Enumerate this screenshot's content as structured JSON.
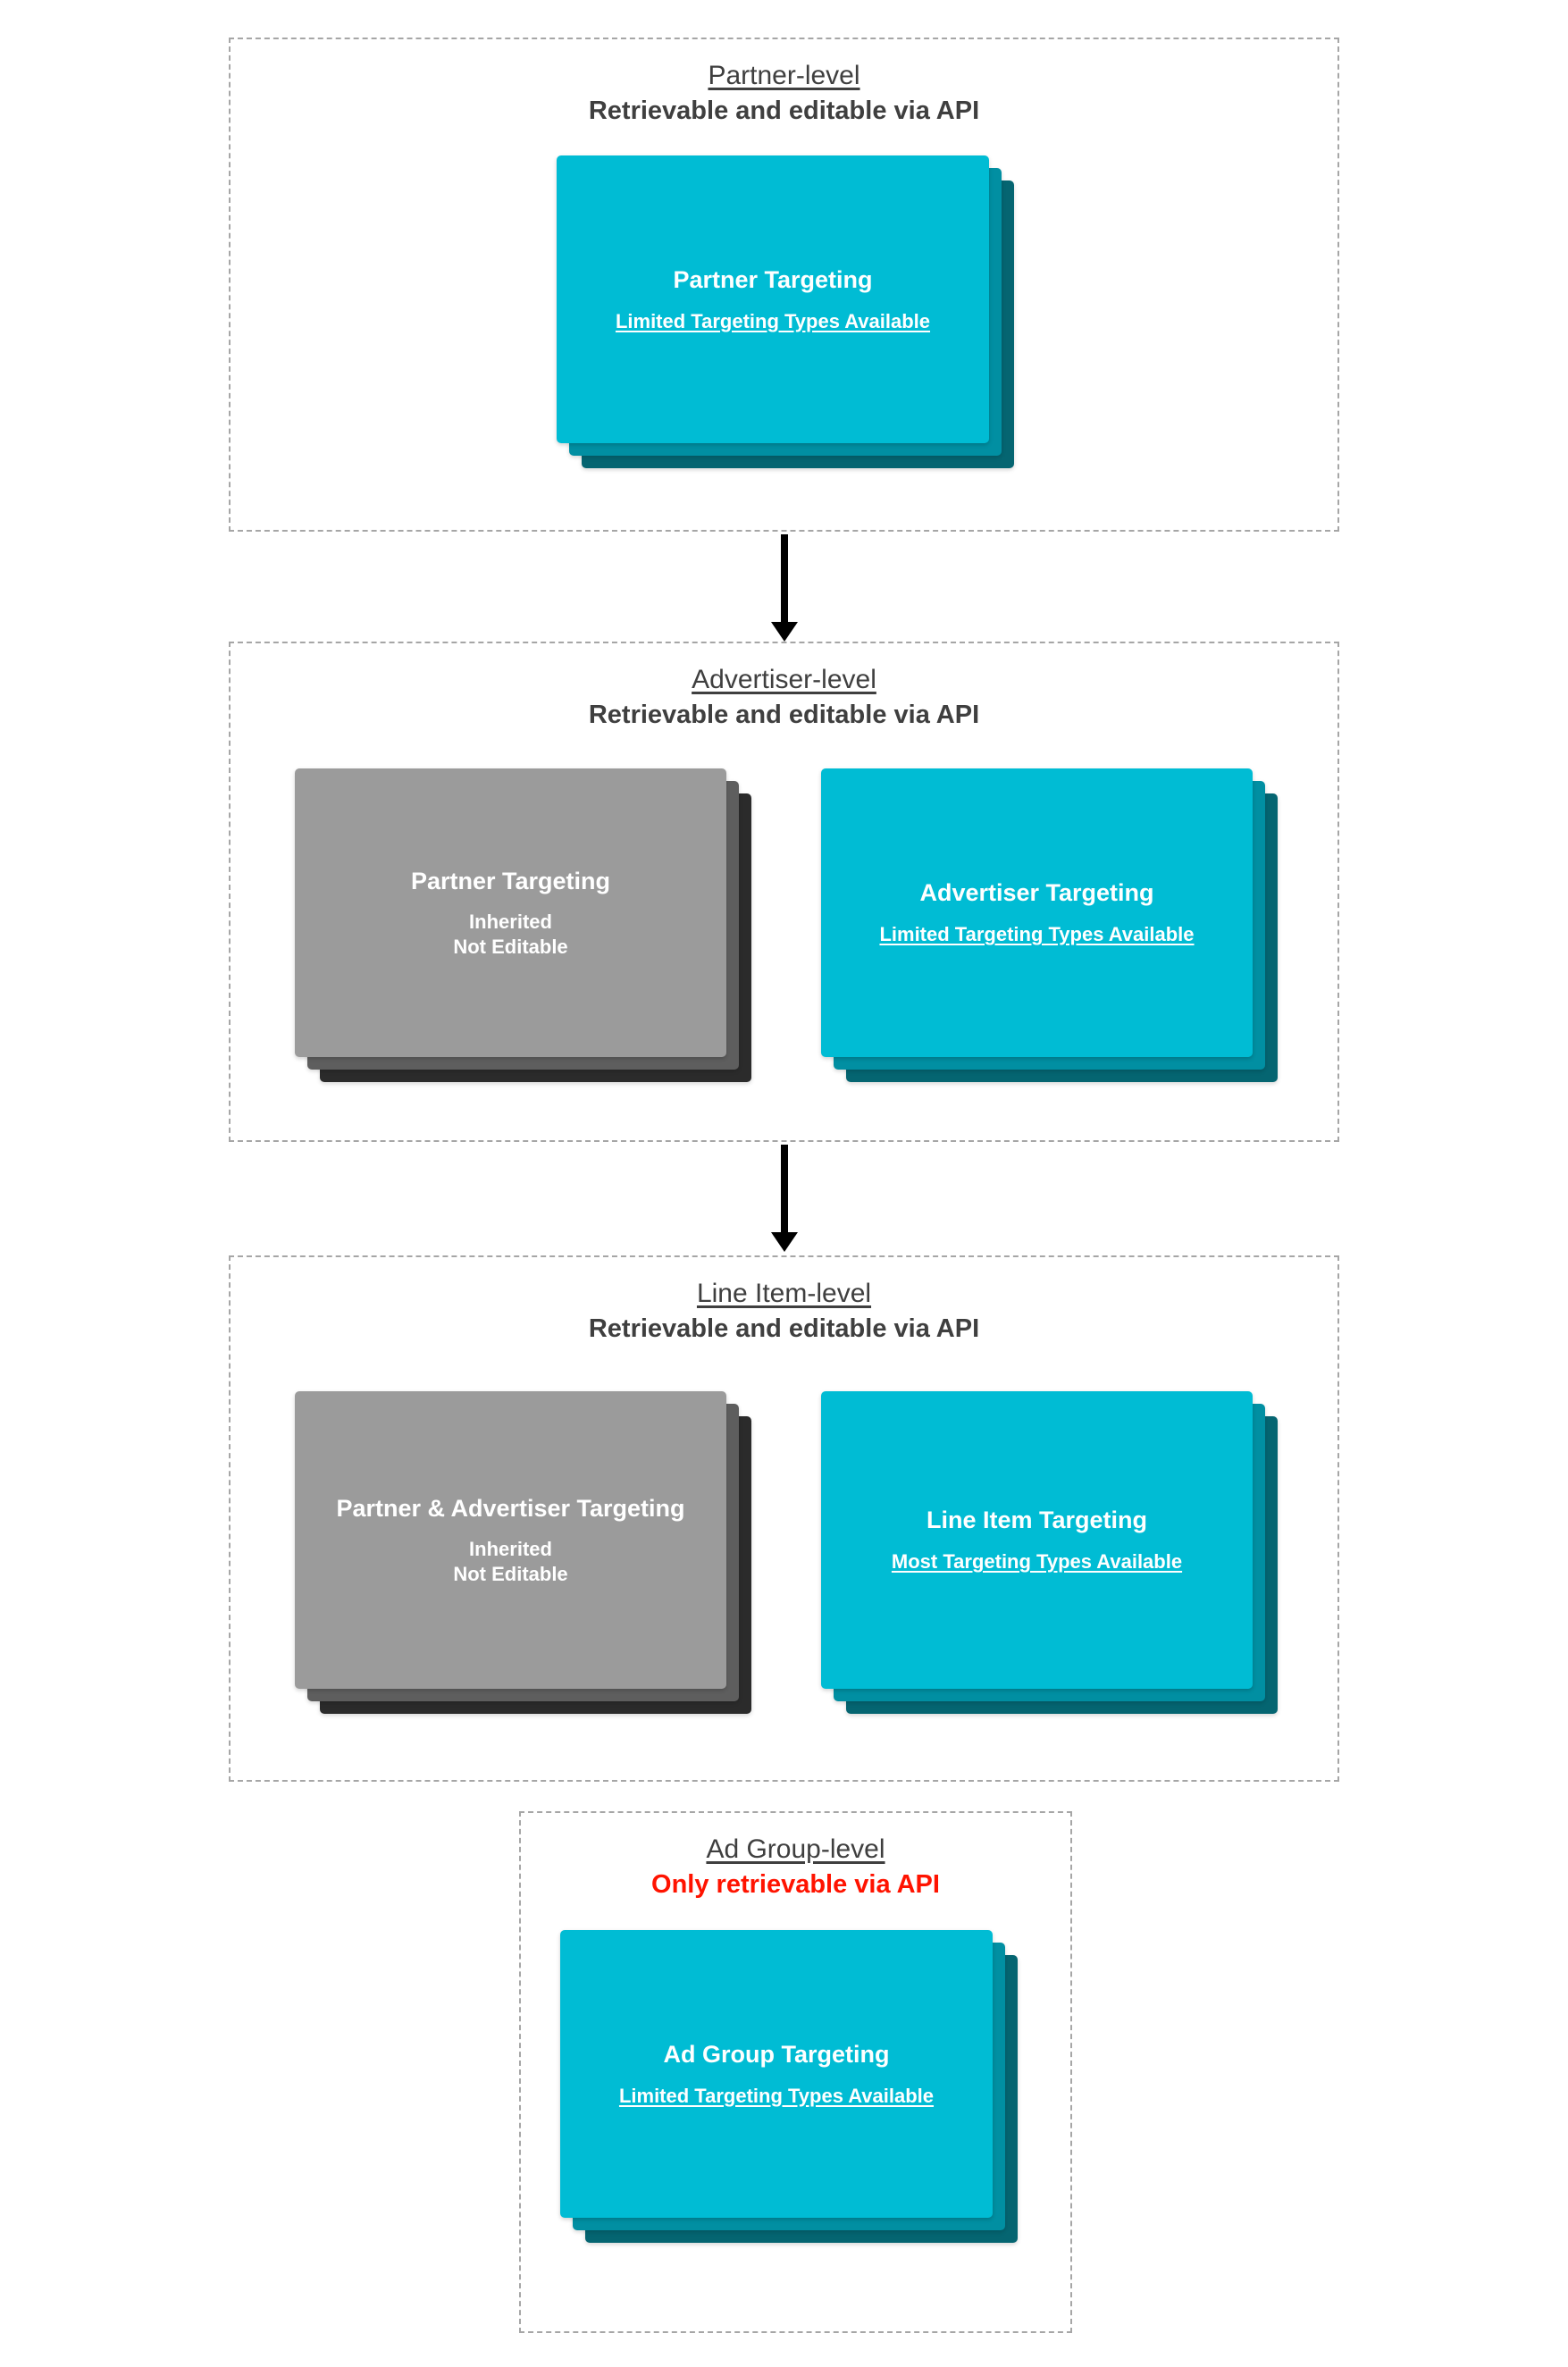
{
  "diagram": {
    "title_semantics": "Targeting inheritance hierarchy across API levels",
    "colors": {
      "card_front": "#00bcd4",
      "card_mid": "#018fa2",
      "card_back": "#056571",
      "inherited_front": "#9b9b9b",
      "inherited_mid": "#5e5e5e",
      "inherited_back": "#2b2b2b",
      "text_dark": "#3f3f3f",
      "alert_red": "#ff1300",
      "panel_border": "#a6a6a6"
    }
  },
  "levels": [
    {
      "id": "partner",
      "title": "Partner-level",
      "subtitle": "Retrievable and editable via API",
      "subtitle_alert": false,
      "cards": [
        {
          "id": "partner-targeting",
          "variant": "cyan",
          "title": "Partner Targeting",
          "sub": "Limited Targeting Types Available",
          "sub_underlined": true
        }
      ]
    },
    {
      "id": "advertiser",
      "title": "Advertiser-level",
      "subtitle": "Retrievable and editable via API",
      "subtitle_alert": false,
      "cards": [
        {
          "id": "inherited-partner-targeting",
          "variant": "gray",
          "title": "Partner Targeting",
          "sub": "Inherited\nNot Editable",
          "sub_underlined": false
        },
        {
          "id": "advertiser-targeting",
          "variant": "cyan",
          "title": "Advertiser Targeting",
          "sub": "Limited Targeting Types Available",
          "sub_underlined": true
        }
      ]
    },
    {
      "id": "line-item",
      "title": "Line Item-level",
      "subtitle": "Retrievable and editable via API",
      "subtitle_alert": false,
      "cards": [
        {
          "id": "inherited-partner-advertiser-targeting",
          "variant": "gray",
          "title": "Partner & Advertiser Targeting",
          "sub": "Inherited\nNot Editable",
          "sub_underlined": false
        },
        {
          "id": "line-item-targeting",
          "variant": "cyan",
          "title": "Line Item Targeting",
          "sub": "Most Targeting Types Available",
          "sub_underlined": true
        }
      ]
    },
    {
      "id": "ad-group",
      "title": "Ad Group-level",
      "subtitle": "Only retrievable via API",
      "subtitle_alert": true,
      "cards": [
        {
          "id": "ad-group-targeting",
          "variant": "cyan",
          "title": "Ad Group Targeting",
          "sub": "Limited Targeting Types Available",
          "sub_underlined": true
        }
      ]
    }
  ],
  "connectors": [
    {
      "id": "partner-to-advertiser",
      "from": "partner",
      "to": "advertiser"
    },
    {
      "id": "advertiser-to-line-item",
      "from": "advertiser",
      "to": "line-item"
    }
  ]
}
